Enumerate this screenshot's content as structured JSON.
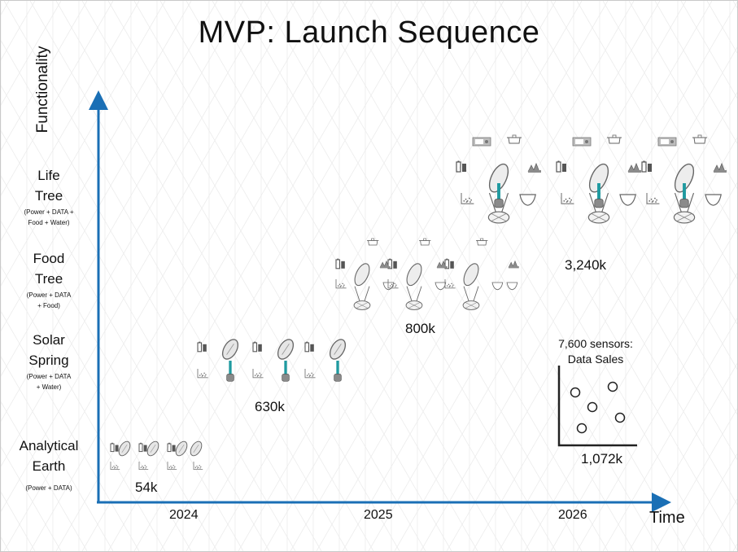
{
  "title": "MVP: Launch Sequence",
  "axes": {
    "x_label": "Time",
    "y_label": "Functionality",
    "years": [
      "2024",
      "2025",
      "2026"
    ],
    "color": "#1a6fb5"
  },
  "levels": [
    {
      "name_lines": [
        "Life",
        "Tree"
      ],
      "sub_lines": [
        "(Power + DATA  +",
        "Food + Water)"
      ]
    },
    {
      "name_lines": [
        "Food",
        "Tree"
      ],
      "sub_lines": [
        "(Power + DATA",
        "+ Food)"
      ]
    },
    {
      "name_lines": [
        "Solar",
        "Spring"
      ],
      "sub_lines": [
        "(Power + DATA",
        "+ Water)"
      ]
    },
    {
      "name_lines": [
        "Analytical",
        "Earth"
      ],
      "sub_lines": [
        "(Power + DATA)"
      ]
    }
  ],
  "deployments": [
    {
      "level": "Analytical Earth",
      "count": "54k"
    },
    {
      "level": "Solar Spring",
      "count": "630k"
    },
    {
      "level": "Food Tree",
      "count": "800k"
    },
    {
      "level": "Life Tree",
      "count": "3,240k"
    }
  ],
  "sensors": {
    "title_lines": [
      "7,600 sensors:",
      "Data Sales"
    ],
    "count": "1,072k"
  },
  "icons": [
    "battery-icon",
    "solar-panel-icon",
    "bar-chart-icon",
    "water-pump-icon",
    "tree-icon",
    "bowl-icon",
    "pot-icon",
    "oven-icon",
    "crop-icon"
  ]
}
